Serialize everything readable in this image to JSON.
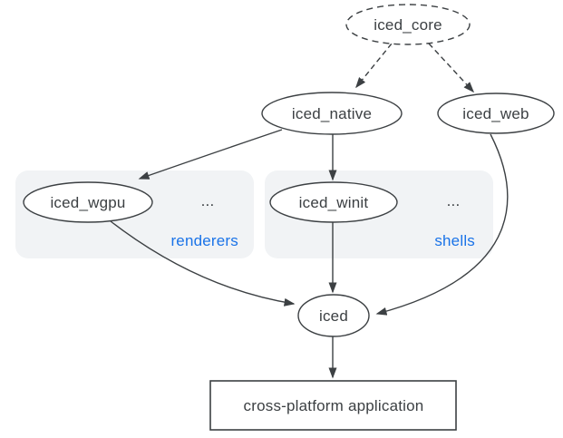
{
  "diagram": {
    "nodes": {
      "iced_core": "iced_core",
      "iced_native": "iced_native",
      "iced_web": "iced_web",
      "iced_wgpu": "iced_wgpu",
      "iced_winit": "iced_winit",
      "iced": "iced",
      "app": "cross-platform application"
    },
    "groups": {
      "renderers": {
        "label": "renderers",
        "more": "..."
      },
      "shells": {
        "label": "shells",
        "more": "..."
      }
    },
    "edges": [
      {
        "from": "iced_core",
        "to": "iced_native",
        "style": "dashed"
      },
      {
        "from": "iced_core",
        "to": "iced_web",
        "style": "dashed"
      },
      {
        "from": "iced_native",
        "to": "iced_wgpu",
        "style": "solid"
      },
      {
        "from": "iced_native",
        "to": "iced_winit",
        "style": "solid"
      },
      {
        "from": "iced_wgpu",
        "to": "iced",
        "style": "solid"
      },
      {
        "from": "iced_winit",
        "to": "iced",
        "style": "solid"
      },
      {
        "from": "iced_web",
        "to": "iced",
        "style": "solid"
      },
      {
        "from": "iced",
        "to": "app",
        "style": "solid"
      }
    ],
    "colors": {
      "stroke": "#3c4043",
      "text": "#3c4043",
      "group_fill": "#f1f3f5",
      "group_label": "#1a73e8",
      "background": "#ffffff"
    }
  }
}
